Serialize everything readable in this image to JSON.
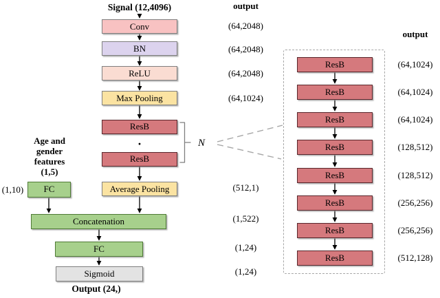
{
  "diagram": {
    "signal_label": "Signal (12,4096)",
    "output_header_left": "output",
    "output_header_right": "output",
    "repeat_label": "N",
    "ellipsis": "·",
    "final_output_label": "Output (24,)"
  },
  "main_column": {
    "conv": "Conv",
    "bn": "BN",
    "relu": "ReLU",
    "max_pooling": "Max Pooling",
    "resb_top": "ResB",
    "resb_bottom": "ResB",
    "average_pooling": "Average Pooling",
    "concatenation": "Concatenation",
    "fc": "FC",
    "sigmoid": "Sigmoid"
  },
  "main_outputs": [
    "(64,2048)",
    "(64,2048)",
    "(64,2048)",
    "(64,1024)",
    "(512,1)",
    "(1,522)",
    "(1,24)",
    "(1,24)"
  ],
  "side_input": {
    "caption_lines": [
      "Age and",
      "gender",
      "features",
      "(1,5)"
    ],
    "fc": "FC",
    "fc_output": "(1,10)"
  },
  "expanded_view": {
    "blocks": [
      {
        "label": "ResB",
        "output": "(64,1024)"
      },
      {
        "label": "ResB",
        "output": "(64,1024)"
      },
      {
        "label": "ResB",
        "output": "(64,1024)"
      },
      {
        "label": "ResB",
        "output": "(128,512)"
      },
      {
        "label": "ResB",
        "output": "(128,512)"
      },
      {
        "label": "ResB",
        "output": "(256,256)"
      },
      {
        "label": "ResB",
        "output": "(256,256)"
      },
      {
        "label": "ResB",
        "output": "(512,128)"
      }
    ]
  },
  "colors": {
    "conv_fill": "#F8C2C2",
    "bn_fill": "#DCD3EE",
    "relu_fill": "#FADCD2",
    "pooling_fill": "#FBE3A2",
    "resb_fill": "#D5797D",
    "resb_border": "#58262B",
    "green_fill": "#A7D08C",
    "green_border": "#4E7A35",
    "sigmoid_fill": "#E3E3E3",
    "block_border": "#7F7F7F",
    "dashed": "#A6A6A6",
    "arrow": "#000000"
  }
}
